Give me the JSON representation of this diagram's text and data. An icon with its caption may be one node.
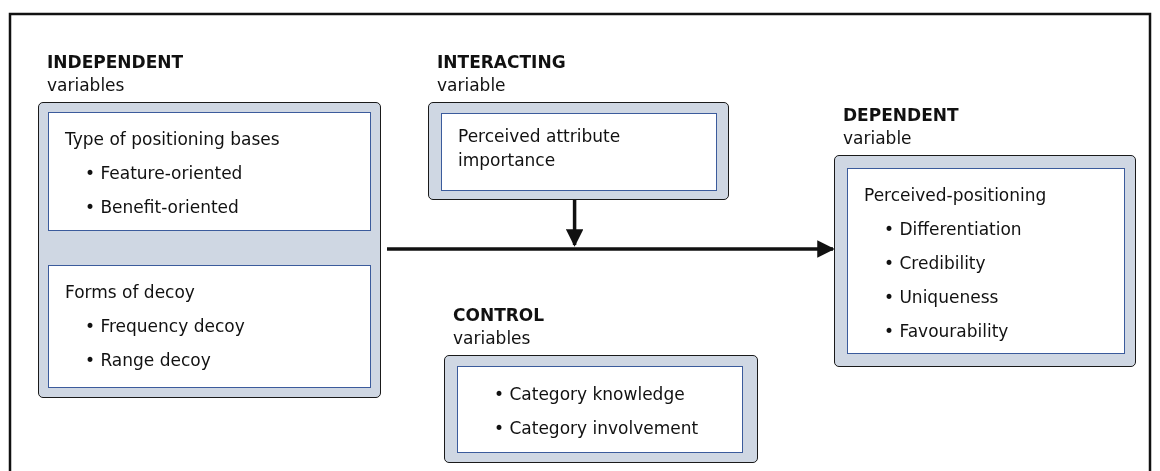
{
  "diagram": {
    "nodes": [
      {
        "text": [
          "**INDEPENDENT** variables"
        ]
      },
      {
        "text": [
          "Type of positioning bases",
          "• Feature-oriented",
          "• Benefit-oriented"
        ],
        "in": 0
      },
      {
        "text": [
          "Forms of decoy",
          "• Frequency decoy",
          "• Range decoy"
        ],
        "in": 0
      },
      {
        "text": [
          "**INTERACTING** variable"
        ]
      },
      {
        "text": [
          "Perceived attribute importance"
        ],
        "in": 3
      },
      {
        "text": [
          "**CONTROL** variables"
        ]
      },
      {
        "text": [
          "• Category knowledge",
          "• Category involvement"
        ],
        "in": 5
      },
      {
        "text": [
          "**DEPENDENT** variable"
        ]
      },
      {
        "text": [
          "Perceived-positioning",
          "• Differentiation",
          "• Credibility",
          "• Uniqueness",
          "• Favourability"
        ],
        "in": 7
      }
    ],
    "edges": [
      {
        "from": 0,
        "to": 7,
        "arrow": "to"
      },
      {
        "from": 3,
        "to": null,
        "arrow": "to"
      }
    ]
  }
}
